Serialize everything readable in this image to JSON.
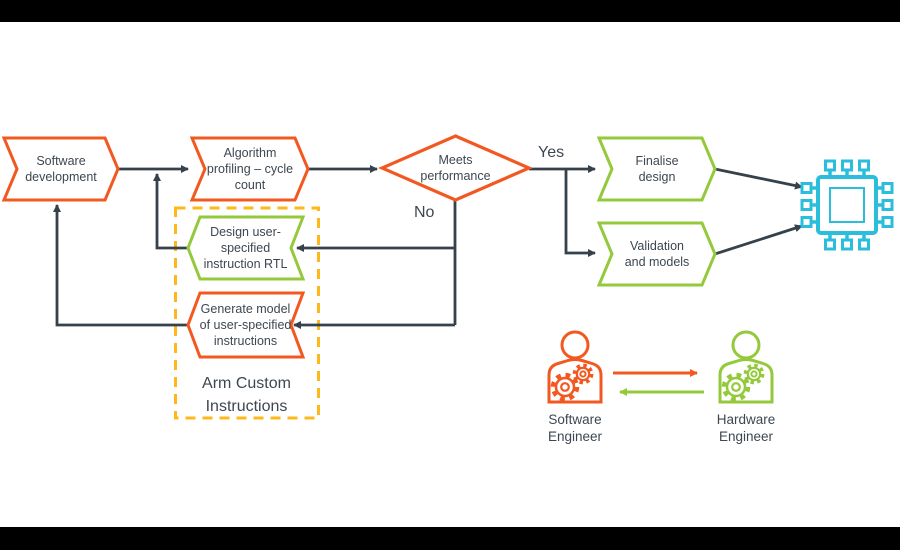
{
  "colors": {
    "orange": "#F2581F",
    "green": "#95C93C",
    "amber": "#FFB81C",
    "cyan": "#2BBEDC",
    "line": "#36424B",
    "text": "#3D4751",
    "letterbox": "#000000"
  },
  "flowchart": {
    "nodes": {
      "software_development": {
        "label": "Software\ndevelopment",
        "shape": "chevron-right",
        "color": "orange"
      },
      "algorithm_profiling": {
        "label": "Algorithm\nprofiling – cycle\ncount",
        "shape": "chevron-right",
        "color": "orange"
      },
      "meets_performance": {
        "label": "Meets\nperformance",
        "shape": "diamond",
        "color": "orange"
      },
      "finalise_design": {
        "label": "Finalise\ndesign",
        "shape": "chevron-right",
        "color": "green"
      },
      "validation_and_models": {
        "label": "Validation\nand models",
        "shape": "chevron-right",
        "color": "green"
      },
      "design_rtl": {
        "label": "Design user-\nspecified\ninstruction RTL",
        "shape": "chevron-left",
        "color": "green"
      },
      "generate_model": {
        "label": "Generate model\nof user-specified\ninstructions",
        "shape": "chevron-left",
        "color": "orange"
      }
    },
    "branch_labels": {
      "yes": "Yes",
      "no": "No"
    },
    "group_box": {
      "label": "Arm Custom\nInstructions"
    },
    "icons": {
      "chip": "processor-chip-icon"
    }
  },
  "actors": {
    "software_engineer": {
      "label": "Software\nEngineer",
      "color": "orange"
    },
    "hardware_engineer": {
      "label": "Hardware\nEngineer",
      "color": "green"
    }
  }
}
